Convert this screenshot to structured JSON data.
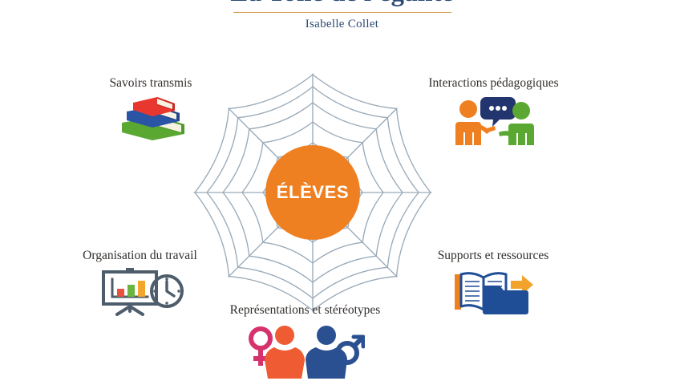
{
  "header": {
    "title": "La Toile de l'égalité",
    "subtitle": "Isabelle Collet",
    "rule_color": "#d99a4e",
    "title_color": "#2b4a74"
  },
  "diagram": {
    "type": "spider-web-radial",
    "center": {
      "label": "ÉLÈVES",
      "fill_color": "#ef8022",
      "text_color": "#ffffff"
    },
    "web": {
      "line_color": "#9aaab8",
      "spokes": 8,
      "rings": 6
    },
    "nodes": [
      {
        "id": "savoirs-transmis",
        "label": "Savoirs transmis",
        "icon": "stacked-books-icon",
        "icon_colors": [
          "#e8372e",
          "#2a55a5",
          "#5aa832"
        ]
      },
      {
        "id": "interactions-pedagogiques",
        "label": "Interactions pédagogiques",
        "icon": "two-people-talking-icon",
        "icon_colors": [
          "#ef8022",
          "#5aa832",
          "#22356f"
        ]
      },
      {
        "id": "organisation-du-travail",
        "label": "Organisation du travail",
        "icon": "presentation-board-clock-icon",
        "icon_colors": [
          "#4d5d6b",
          "#e8513c",
          "#6cb33f",
          "#f2a72c"
        ]
      },
      {
        "id": "supports-et-ressources",
        "label": "Supports et ressources",
        "icon": "open-book-folder-icon",
        "icon_colors": [
          "#1f4e96",
          "#f2a32c",
          "#ef8022"
        ]
      },
      {
        "id": "representations-et-stereotypes",
        "label": "Représentations et stéréotypes",
        "icon": "gender-symbols-people-icon",
        "icon_colors": [
          "#d6326e",
          "#ef5b32",
          "#2b5091"
        ]
      }
    ]
  }
}
